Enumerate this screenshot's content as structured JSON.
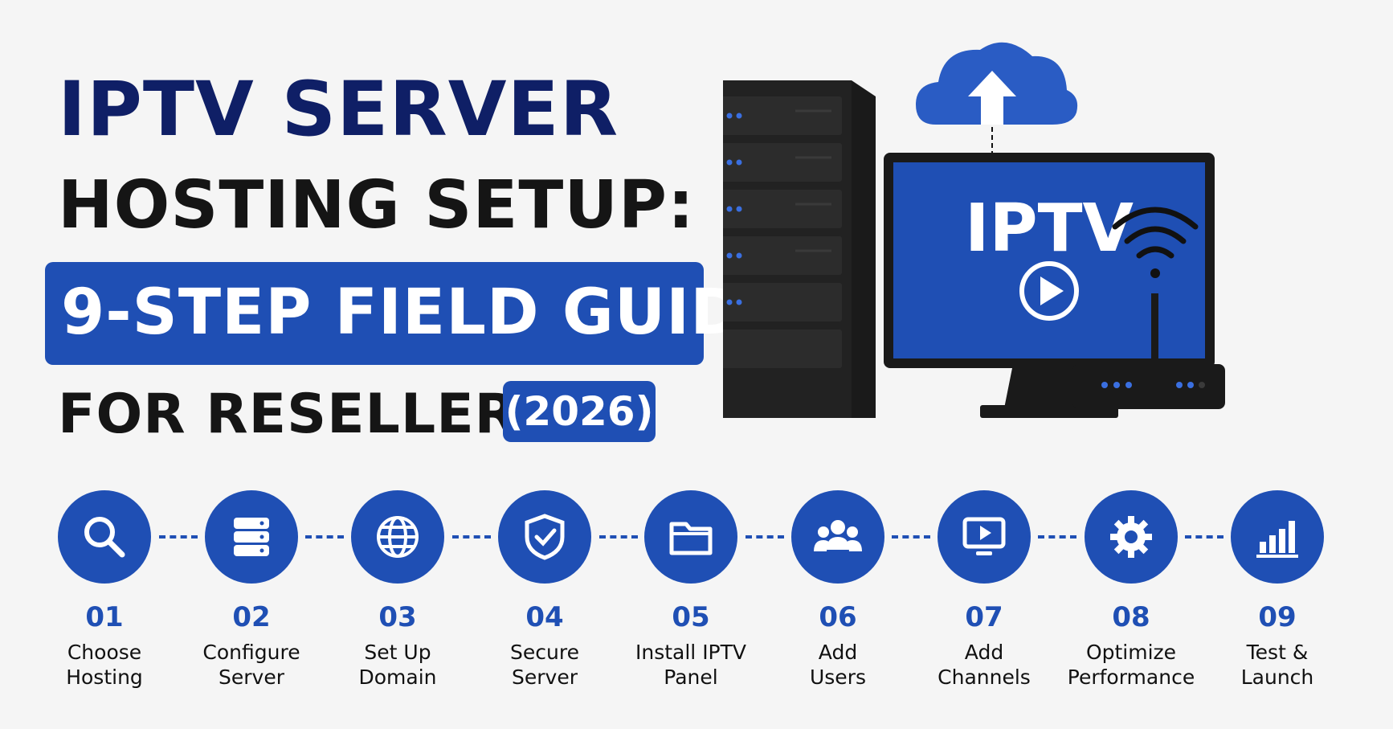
{
  "headline": {
    "line1": "IPTV SERVER",
    "line2": "HOSTING SETUP:",
    "line3": "9-STEP FIELD GUIDE",
    "line4": "FOR RESELLERS",
    "year": "(2026)"
  },
  "hero": {
    "screen_text": "IPTV",
    "icons": [
      "server-tower-icon",
      "cloud-upload-icon",
      "monitor-icon",
      "play-icon",
      "wifi-icon",
      "router-icon"
    ]
  },
  "steps": [
    {
      "number": "01",
      "line1": "Choose",
      "line2": "Hosting",
      "icon": "search-icon"
    },
    {
      "number": "02",
      "line1": "Configure",
      "line2": "Server",
      "icon": "server-icon"
    },
    {
      "number": "03",
      "line1": "Set Up",
      "line2": "Domain",
      "icon": "globe-icon"
    },
    {
      "number": "04",
      "line1": "Secure",
      "line2": "Server",
      "icon": "shield-icon"
    },
    {
      "number": "05",
      "line1": "Install IPTV",
      "line2": "Panel",
      "icon": "folder-icon"
    },
    {
      "number": "06",
      "line1": "Add",
      "line2": "Users",
      "icon": "users-icon"
    },
    {
      "number": "07",
      "line1": "Add",
      "line2": "Channels",
      "icon": "tv-play-icon"
    },
    {
      "number": "08",
      "line1": "Optimize",
      "line2": "Performance",
      "icon": "gear-icon"
    },
    {
      "number": "09",
      "line1": "Test &",
      "line2": "Launch",
      "icon": "bar-chart-icon"
    }
  ],
  "colors": {
    "accent": "#1f4fb4",
    "navy": "#0f1f66",
    "dark": "#151515",
    "background": "#f5f5f5"
  }
}
